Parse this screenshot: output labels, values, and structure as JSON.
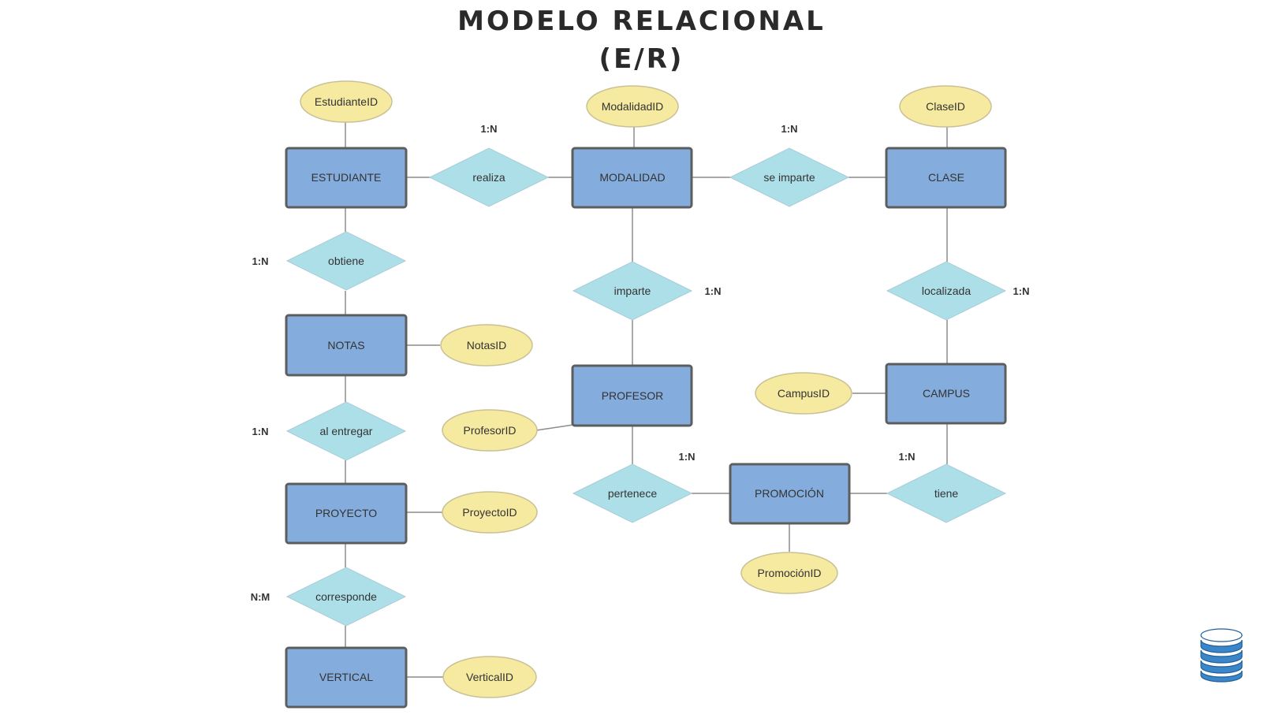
{
  "title": {
    "line1": "MODELO RELACIONAL",
    "line2": "(E/R)"
  },
  "entities": {
    "estudiante": "ESTUDIANTE",
    "modalidad": "MODALIDAD",
    "clase": "CLASE",
    "notas": "NOTAS",
    "profesor": "PROFESOR",
    "campus": "CAMPUS",
    "proyecto": "PROYECTO",
    "promocion": "PROMOCIÓN",
    "vertical": "VERTICAL"
  },
  "relationships": {
    "realiza": "realiza",
    "se_imparte": "se imparte",
    "obtiene": "obtiene",
    "imparte": "imparte",
    "localizada": "localizada",
    "al_entregar": "al entregar",
    "pertenece": "pertenece",
    "tiene": "tiene",
    "corresponde": "corresponde"
  },
  "attributes": {
    "estudiante_id": "EstudianteID",
    "modalidad_id": "ModalidadID",
    "clase_id": "ClaseID",
    "notas_id": "NotasID",
    "profesor_id": "ProfesorID",
    "campus_id": "CampusID",
    "proyecto_id": "ProyectoID",
    "promocion_id": "PromociónID",
    "vertical_id": "VerticalID"
  },
  "cardinalities": {
    "realiza": "1:N",
    "se_imparte": "1:N",
    "obtiene": "1:N",
    "imparte": "1:N",
    "localizada": "1:N",
    "al_entregar": "1:N",
    "pertenece": "1:N",
    "tiene": "1:N",
    "corresponde": "N:M"
  },
  "icons": {
    "database": "database-icon"
  },
  "colors": {
    "entity_fill": "#84acdc",
    "relationship_fill": "#addfe9",
    "attribute_fill": "#f6e9a0",
    "icon_blue": "#3a86c8"
  }
}
